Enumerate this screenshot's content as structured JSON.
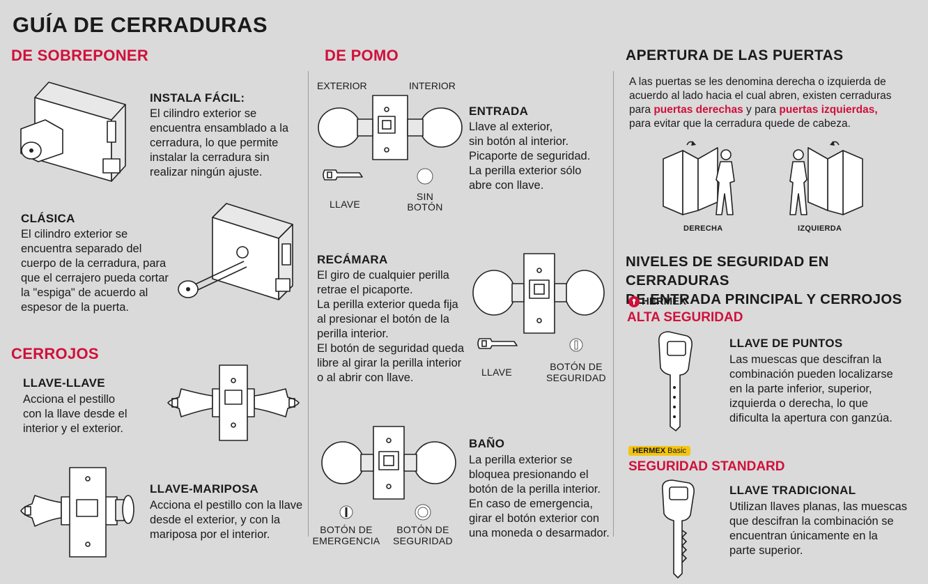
{
  "title": "GUÍA DE CERRADURAS",
  "sobreponer": {
    "heading": "DE SOBREPONER",
    "instala": {
      "title": "INSTALA FÁCIL:",
      "lines": [
        "El cilindro exterior se",
        "encuentra ensamblado a la",
        "cerradura, lo que permite",
        "instalar la cerradura sin",
        "realizar ningún ajuste."
      ]
    },
    "clasica": {
      "title": "CLÁSICA",
      "lines": [
        "El cilindro exterior se",
        "encuentra separado del",
        "cuerpo de la cerradura, para",
        "que el cerrajero pueda cortar",
        "la \"espiga\" de acuerdo al",
        "espesor de la puerta."
      ]
    }
  },
  "cerrojos": {
    "heading": "CERROJOS",
    "llave_llave": {
      "title": "LLAVE-LLAVE",
      "lines": [
        "Acciona el pestillo",
        "con la llave desde el",
        "interior y el exterior."
      ]
    },
    "llave_mariposa": {
      "title": "LLAVE-MARIPOSA",
      "lines": [
        "Acciona el pestillo con la llave",
        "desde el exterior, y con la",
        "mariposa por el interior."
      ]
    }
  },
  "pomo": {
    "heading": "DE POMO",
    "exterior": "EXTERIOR",
    "interior": "INTERIOR",
    "entrada": {
      "title": "ENTRADA",
      "lines": [
        "Llave al exterior,",
        "sin botón al interior.",
        "Picaporte de seguridad.",
        "La perilla exterior sólo",
        "abre con llave."
      ],
      "cap_llave": "LLAVE",
      "cap_sin": [
        "SIN",
        "BOTÓN"
      ]
    },
    "recamara": {
      "title": "RECÁMARA",
      "lines": [
        "El giro de cualquier perilla",
        "retrae el picaporte.",
        "La perilla exterior queda fija",
        "al presionar el botón de la",
        "perilla interior.",
        "El botón de seguridad queda",
        "libre al girar la perilla interior",
        "o al abrir con llave."
      ],
      "cap_llave": "LLAVE",
      "cap_boton": [
        "BOTÓN DE",
        "SEGURIDAD"
      ]
    },
    "bano": {
      "title": "BAÑO",
      "lines": [
        "La perilla exterior se",
        "bloquea presionando el",
        "botón de la perilla interior.",
        "En caso de emergencia,",
        "girar el botón exterior con",
        "una moneda o desarmador."
      ],
      "cap_emergencia": [
        "BOTÓN DE",
        "EMERGENCIA"
      ],
      "cap_seguridad": [
        "BOTÓN DE",
        "SEGURIDAD"
      ]
    }
  },
  "apertura": {
    "heading": "APERTURA DE LAS PUERTAS",
    "line1": "A las puertas se les denomina derecha o izquierda de",
    "line2": "acuerdo al lado hacia el cual abren, existen cerraduras",
    "line3_a": "para ",
    "line3_b": "puertas derechas",
    "line3_c": " y para ",
    "line3_d": "puertas izquierdas,",
    "line4": "para evitar que la cerradura quede de cabeza.",
    "derecha": "DERECHA",
    "izquierda": "IZQUIERDA"
  },
  "niveles": {
    "heading1": "NIVELES DE SEGURIDAD EN CERRADURAS",
    "heading2": "DE ENTRADA PRINCIPAL Y CERROJOS",
    "brand1": "HERMEX",
    "brand2_a": "HERMEX",
    "brand2_b": "Basic",
    "alta": "ALTA SEGURIDAD",
    "standard": "SEGURIDAD STANDARD",
    "puntos": {
      "title": "LLAVE DE PUNTOS",
      "lines": [
        "Las muescas que descifran la",
        "combinación pueden localizarse",
        "en la parte inferior, superior,",
        "izquierda o derecha, lo que",
        "dificulta la apertura con ganzúa."
      ]
    },
    "tradicional": {
      "title": "LLAVE TRADICIONAL",
      "lines": [
        "Utilizan llaves planas, las muescas",
        "que descifran la combinación se",
        "encuentran únicamente en la",
        "parte superior."
      ]
    }
  },
  "colors": {
    "accent": "#d0103a",
    "background": "#dadada",
    "brand_yellow": "#f3c511"
  }
}
